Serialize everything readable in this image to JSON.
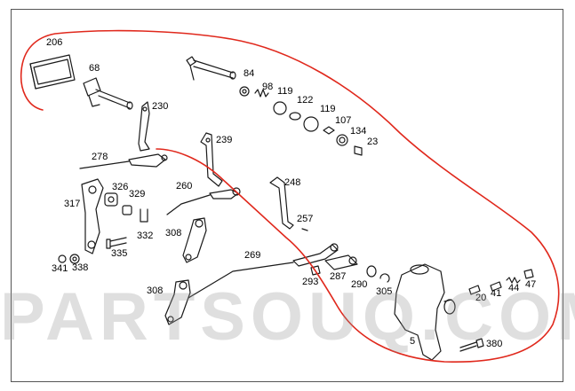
{
  "diagram": {
    "watermark": "PARTSOUQ.COM",
    "highlight_color": "#e0281c",
    "line_color": "#1a1a1a",
    "callouts": {
      "c206": "206",
      "c68": "68",
      "c84": "84",
      "c98": "98",
      "c119a": "119",
      "c122": "122",
      "c119b": "119",
      "c107": "107",
      "c134": "134",
      "c23": "23",
      "c230": "230",
      "c239": "239",
      "c278": "278",
      "c326": "326",
      "c329": "329",
      "c317": "317",
      "c260": "260",
      "c248": "248",
      "c257": "257",
      "c332": "332",
      "c308a": "308",
      "c341": "341",
      "c338": "338",
      "c335": "335",
      "c269": "269",
      "c293": "293",
      "c287": "287",
      "c290": "290",
      "c305": "305",
      "c308b": "308",
      "c20": "20",
      "c41": "41",
      "c44": "44",
      "c47": "47",
      "c5": "5",
      "c380": "380"
    }
  }
}
